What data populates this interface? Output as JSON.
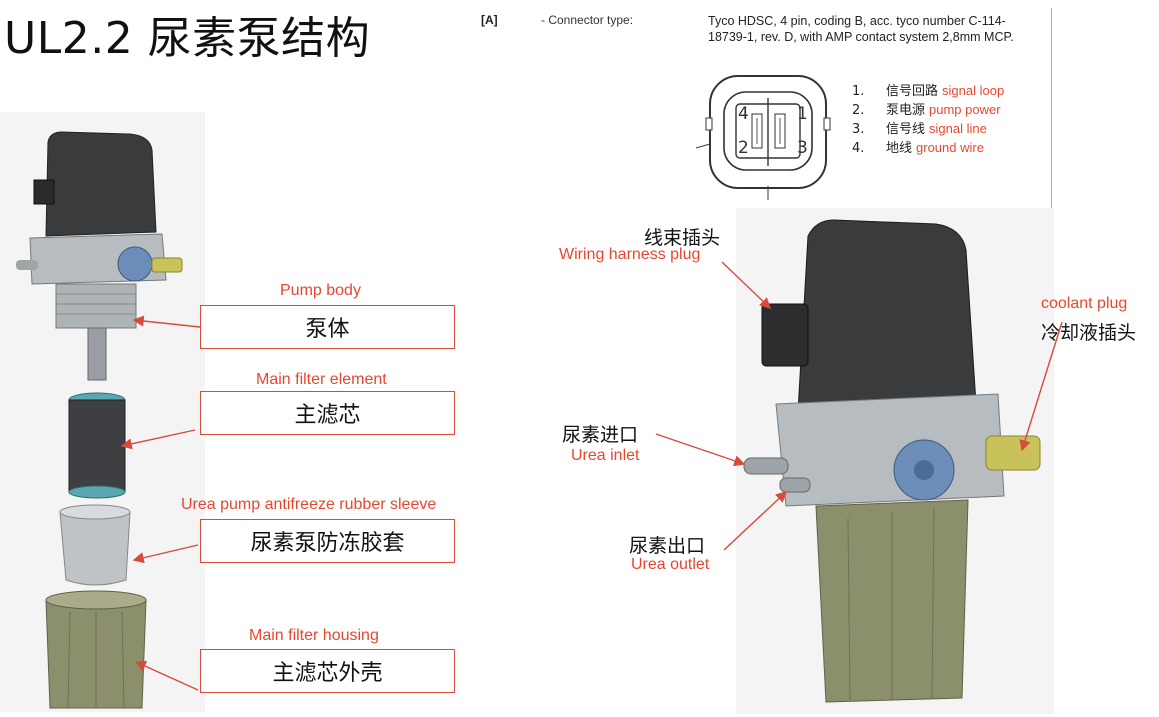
{
  "title": "UL2.2 尿素泵结构",
  "spec": {
    "tag": "[A]",
    "key": "- Connector type:",
    "value": "Tyco HDSC, 4 pin, coding B, acc. tyco number C-114-18739-1, rev. D, with AMP contact system 2,8mm MCP."
  },
  "pins": [
    {
      "num": "1.",
      "cn": "信号回路",
      "en": "signal loop"
    },
    {
      "num": "2.",
      "cn": "泵电源",
      "en": "pump power"
    },
    {
      "num": "3.",
      "cn": "信号线",
      "en": "signal line"
    },
    {
      "num": "4.",
      "cn": "地线",
      "en": "ground wire"
    }
  ],
  "connector_pin_labels": [
    "4",
    "1",
    "2",
    "3"
  ],
  "left_callouts": [
    {
      "en": "Pump body",
      "cn": "泵体"
    },
    {
      "en": "Main filter element",
      "cn": "主滤芯"
    },
    {
      "en": "Urea pump antifreeze rubber sleeve",
      "cn": "尿素泵防冻胶套"
    },
    {
      "en": "Main filter housing",
      "cn": "主滤芯外壳"
    }
  ],
  "right_labels": {
    "plug_cn": "线束插头",
    "plug_en": "Wiring harness plug",
    "coolant_en": "coolant plug",
    "coolant_cn": "冷却液插头",
    "inlet_cn": "尿素进口",
    "inlet_en": "Urea inlet",
    "outlet_cn": "尿素出口",
    "outlet_en": "Urea outlet"
  },
  "colors": {
    "accent": "#e8472f",
    "box_border": "#d64b3a",
    "housing": "#8c8f6c",
    "cap": "#3a3b3d",
    "body": "#b7bcc0",
    "blue_gear": "#6c8db8",
    "brass": "#c9c25a"
  }
}
